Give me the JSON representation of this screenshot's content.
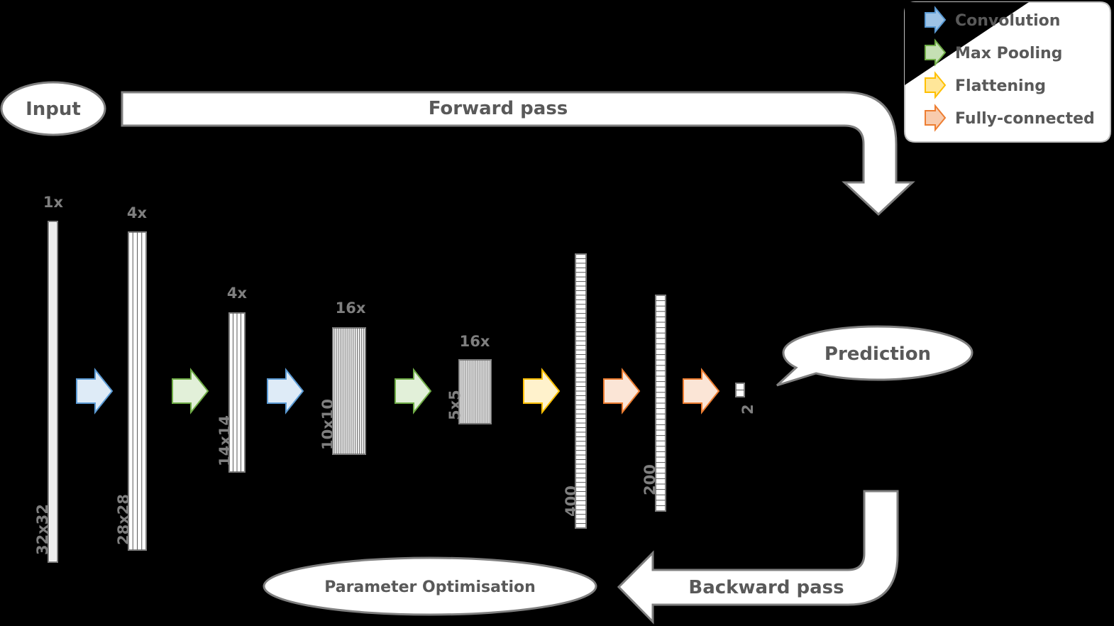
{
  "legend": {
    "items": [
      {
        "label": "Convolution",
        "color": "#9dc3e6",
        "stroke": "#5b9bd5"
      },
      {
        "label": "Max Pooling",
        "color": "#c5e0b4",
        "stroke": "#70ad47"
      },
      {
        "label": "Flattening",
        "color": "#ffe699",
        "stroke": "#ffc000"
      },
      {
        "label": "Fully-connected",
        "color": "#f8cbad",
        "stroke": "#ed7d31"
      }
    ]
  },
  "input_label": "Input",
  "forward_label": "Forward pass",
  "prediction_label": "Prediction",
  "backward_label": "Backward pass",
  "optimisation_label": "Parameter Optimisation",
  "layers": [
    {
      "count": "1x",
      "size": "32x32"
    },
    {
      "count": "4x",
      "size": "28x28"
    },
    {
      "count": "4x",
      "size": "14x14"
    },
    {
      "count": "16x",
      "size": "10x10"
    },
    {
      "count": "16x",
      "size": "5x5"
    },
    {
      "count": "",
      "size": "400"
    },
    {
      "count": "",
      "size": "200"
    },
    {
      "count": "",
      "size": "2"
    }
  ],
  "steps": [
    "Convolution",
    "Max Pooling",
    "Convolution",
    "Max Pooling",
    "Flattening",
    "Fully-connected",
    "Fully-connected"
  ]
}
